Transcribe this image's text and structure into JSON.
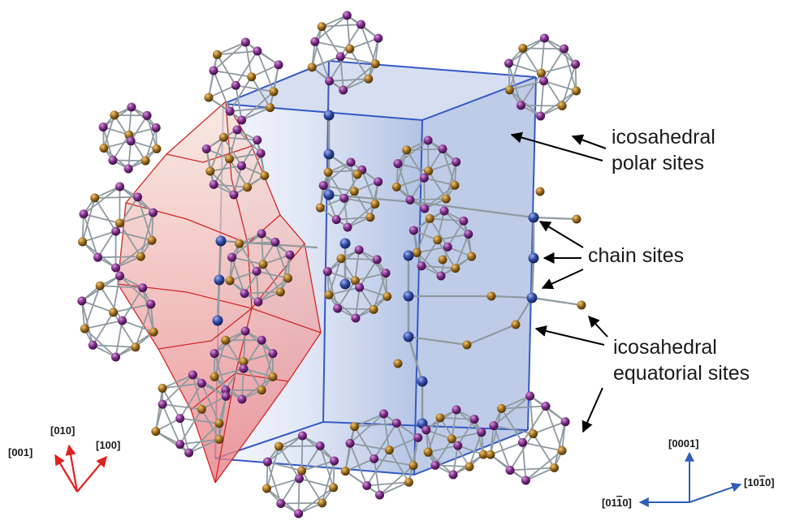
{
  "annotations": {
    "polar_line1": "icosahedral",
    "polar_line2": "polar sites",
    "chain": "chain sites",
    "equatorial_line1": "icosahedral",
    "equatorial_line2": "equatorial sites"
  },
  "rhombohedral_axes": {
    "a": "[010]",
    "b": "[001]",
    "c": "[100]",
    "color": "#e02020"
  },
  "hexagonal_axes": {
    "vertical": "[0001]",
    "left_main": "[01",
    "left_over": "1",
    "left_tail": "0]",
    "right_main": "[10",
    "right_over": "1",
    "right_tail": "0]",
    "color": "#2f5fb5"
  },
  "colors": {
    "polar_atom": "#7a2a86",
    "equatorial_atom": "#9a6a1c",
    "chain_atom": "#2f49a3",
    "bond": "#8f9aa0",
    "hex_cell_fill": "#8aa3d6",
    "hex_cell_edge": "#3559c4",
    "rhombo_cell_fill": "#e88f8f",
    "rhombo_cell_edge": "#d02828"
  }
}
